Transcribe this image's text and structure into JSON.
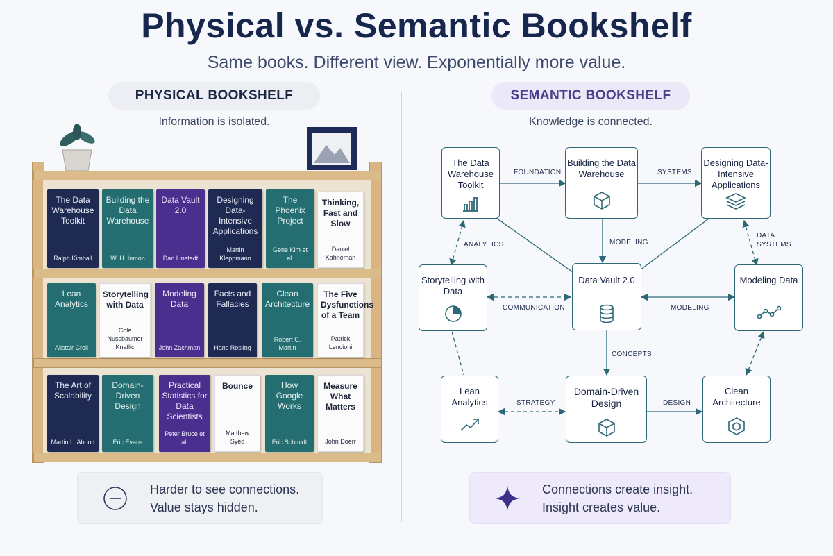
{
  "title": "Physical vs. Semantic Bookshelf",
  "subtitle": "Same books. Different view. Exponentially more value.",
  "physical": {
    "heading": "PHYSICAL BOOKSHELF",
    "tagline": "Information is isolated.",
    "shelves": [
      [
        {
          "title": "The Data Warehouse Toolkit",
          "author": "Ralph Kimball",
          "color": "navy"
        },
        {
          "title": "Building the Data Warehouse",
          "author": "W. H. Inmon",
          "color": "teal"
        },
        {
          "title": "Data Vault 2.0",
          "author": "Dan Linstedt",
          "color": "purple"
        },
        {
          "title": "Designing Data-Intensive Applications",
          "author": "Martin Kleppmann",
          "color": "navy"
        },
        {
          "title": "The Phoenix Project",
          "author": "Gene Kim et al.",
          "color": "teal"
        },
        {
          "title": "Thinking, Fast and Slow",
          "author": "Daniel Kahneman",
          "color": "white"
        }
      ],
      [
        {
          "title": "Lean Analytics",
          "author": "Alistair Croll",
          "color": "teal"
        },
        {
          "title": "Storytelling with Data",
          "author": "Cole Nussbaumer Knaflic",
          "color": "white"
        },
        {
          "title": "Modeling Data",
          "author": "John Zachman",
          "color": "purple"
        },
        {
          "title": "Facts and Fallacies",
          "author": "Hans Rosling",
          "color": "navy"
        },
        {
          "title": "Clean Architecture",
          "author": "Robert C. Martin",
          "color": "teal"
        },
        {
          "title": "The Five Dysfunctions of a Team",
          "author": "Patrick Lencioni",
          "color": "white"
        }
      ],
      [
        {
          "title": "The Art of Scalability",
          "author": "Martin L. Abbott",
          "color": "navy"
        },
        {
          "title": "Domain-Driven Design",
          "author": "Eric Evans",
          "color": "teal"
        },
        {
          "title": "Practical Statistics for Data Scientists",
          "author": "Peter Bruce et al.",
          "color": "purple"
        },
        {
          "title": "Bounce",
          "author": "Matthew Syed",
          "color": "white"
        },
        {
          "title": "How Google Works",
          "author": "Eric Schmidt",
          "color": "teal"
        },
        {
          "title": "Measure What Matters",
          "author": "John Doerr",
          "color": "white"
        }
      ]
    ],
    "info_line1": "Harder to see connections.",
    "info_line2": "Value stays hidden."
  },
  "semantic": {
    "heading": "SEMANTIC BOOKSHELF",
    "tagline": "Knowledge is connected.",
    "nodes": {
      "dwt": {
        "label": "The Data Warehouse Toolkit",
        "icon": "bar-chart-icon"
      },
      "bdw": {
        "label": "Building the Data Warehouse",
        "icon": "cube-icon"
      },
      "ddia": {
        "label": "Designing Data-Intensive Applications",
        "icon": "layers-icon"
      },
      "swd": {
        "label": "Storytelling with Data",
        "icon": "pie-chart-icon"
      },
      "dv": {
        "label": "Data Vault 2.0",
        "icon": "database-icon"
      },
      "md": {
        "label": "Modeling Data",
        "icon": "line-graph-icon"
      },
      "la": {
        "label": "Lean Analytics",
        "icon": "trend-up-icon"
      },
      "ddd": {
        "label": "Domain-Driven Design",
        "icon": "cube-icon"
      },
      "ca": {
        "label": "Clean Architecture",
        "icon": "hexagon-icon"
      }
    },
    "edges": {
      "foundation": "FOUNDATION",
      "systems": "SYSTEMS",
      "analytics": "ANALYTICS",
      "modeling_down": "MODELING",
      "data_systems": "DATA SYSTEMS",
      "communication": "COMMUNICATION",
      "modeling_right": "MODELING",
      "concepts": "CONCEPTS",
      "strategy": "STRATEGY",
      "design": "DESIGN"
    },
    "info_line1": "Connections create insight.",
    "info_line2": "Insight creates value."
  }
}
